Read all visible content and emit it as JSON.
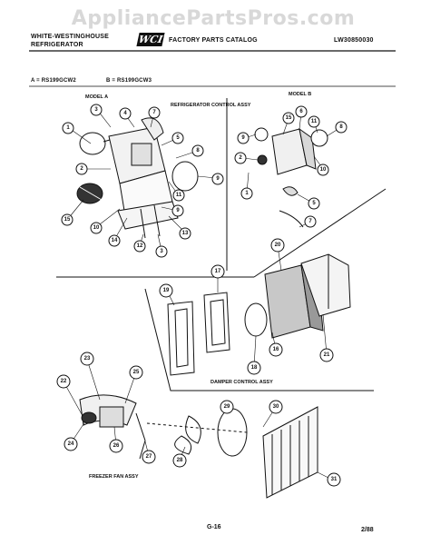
{
  "watermark": "AppliancePartsPros.com",
  "header": {
    "brand_line1": "WHITE-WESTINGHOUSE",
    "brand_line2": "REFRIGERATOR",
    "logo_text": "WCI",
    "catalog_title": "FACTORY PARTS CATALOG",
    "catalog_number": "LW30850030"
  },
  "models": {
    "model_a_line": "A = RS199GCW2",
    "model_b_line": "B = RS199GCW3",
    "model_a_label": "MODEL A",
    "model_b_label": "MODEL B"
  },
  "sections": {
    "refrigerator_control": "REFRIGERATOR CONTROL ASSY",
    "damper_control": "DAMPER CONTROL ASSY",
    "freezer_fan": "FREEZER FAN ASSY"
  },
  "footer": {
    "page_code": "G-16",
    "page_number": "2/88"
  },
  "callouts": {
    "c1": "1",
    "c2": "2",
    "c3": "3",
    "c4": "4",
    "c5": "5",
    "c6": "6",
    "c7": "7",
    "c8": "8",
    "c9": "9",
    "c10": "10",
    "c11": "11",
    "c12": "12",
    "c13": "13",
    "c14": "14",
    "c15": "15",
    "c16": "16",
    "c17": "17",
    "c18": "18",
    "c19": "19",
    "c20": "20",
    "c21": "21",
    "c22": "22",
    "c23": "23",
    "c24": "24",
    "c25": "25",
    "c26": "26",
    "c27": "27",
    "c28": "28",
    "c29": "29",
    "c30": "30",
    "c31": "31"
  }
}
